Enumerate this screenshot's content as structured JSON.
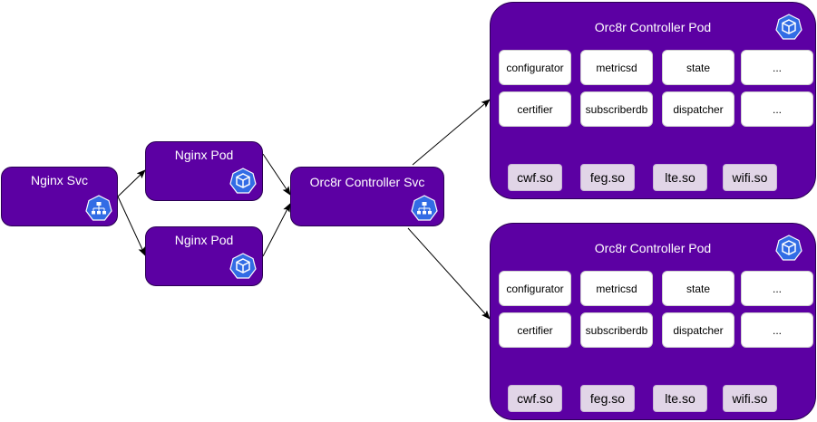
{
  "colors": {
    "node_fill": "#5c00a3",
    "node_border": "#2a0052",
    "icon_blue": "#326ce5",
    "so_fill": "#e1d5e7",
    "edge": "#000000"
  },
  "nodes": {
    "nginx_svc": {
      "label": "Nginx Svc",
      "icon": "service-icon"
    },
    "nginx_pod_1": {
      "label": "Nginx Pod",
      "icon": "pod-icon"
    },
    "nginx_pod_2": {
      "label": "Nginx Pod",
      "icon": "pod-icon"
    },
    "orc8r_svc": {
      "label": "Orc8r Controller Svc",
      "icon": "service-icon"
    },
    "orc8r_pod_1": {
      "label": "Orc8r Controller Pod",
      "icon": "pod-icon",
      "services": [
        "configurator",
        "metricsd",
        "state",
        "...",
        "certifier",
        "subscriberdb",
        "dispatcher",
        "..."
      ],
      "plugins": [
        "cwf.so",
        "feg.so",
        "lte.so",
        "wifi.so"
      ]
    },
    "orc8r_pod_2": {
      "label": "Orc8r Controller Pod",
      "icon": "pod-icon",
      "services": [
        "configurator",
        "metricsd",
        "state",
        "...",
        "certifier",
        "subscriberdb",
        "dispatcher",
        "..."
      ],
      "plugins": [
        "cwf.so",
        "feg.so",
        "lte.so",
        "wifi.so"
      ]
    }
  },
  "edges": [
    {
      "from": "nginx_svc",
      "to": "nginx_pod_1"
    },
    {
      "from": "nginx_svc",
      "to": "nginx_pod_2"
    },
    {
      "from": "nginx_pod_1",
      "to": "orc8r_svc"
    },
    {
      "from": "nginx_pod_2",
      "to": "orc8r_svc"
    },
    {
      "from": "orc8r_svc",
      "to": "orc8r_pod_1"
    },
    {
      "from": "orc8r_svc",
      "to": "orc8r_pod_2"
    }
  ]
}
